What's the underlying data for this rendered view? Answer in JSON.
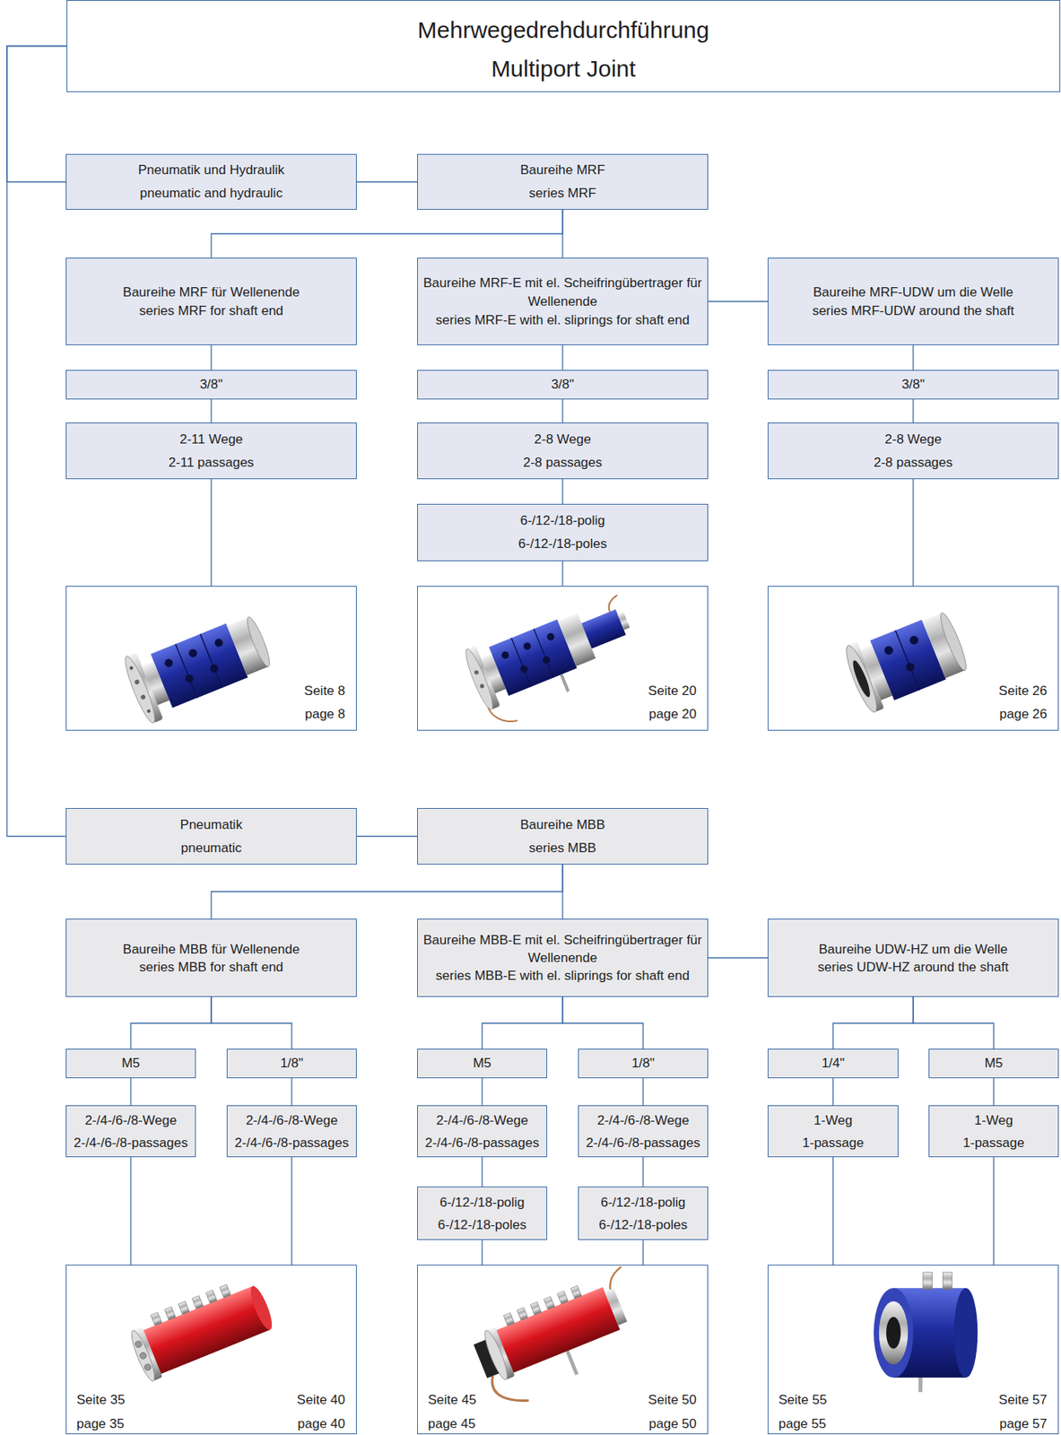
{
  "diagram": {
    "nodes": [
      {
        "text": [
          "Mehrwegedrehdurchführung",
          "Multiport Joint"
        ]
      },
      {
        "text": [
          "Pneumatik und Hydraulik",
          "pneumatic and hydraulic"
        ]
      },
      {
        "text": [
          "Baureihe MRF",
          "series MRF"
        ]
      },
      {
        "text": [
          "Baureihe MRF für Wellenende",
          "series MRF for shaft end"
        ]
      },
      {
        "text": [
          "Baureihe MRF-E mit el. Scheifringübertrager für Wellenende",
          "series MRF-E with el. sliprings for shaft end"
        ]
      },
      {
        "text": [
          "Baureihe MRF-UDW um die Welle",
          "series MRF-UDW around the shaft"
        ]
      },
      {
        "text": [
          "3/8\""
        ]
      },
      {
        "text": [
          "3/8\""
        ]
      },
      {
        "text": [
          "3/8\""
        ]
      },
      {
        "text": [
          "2-11 Wege",
          "2-11 passages"
        ]
      },
      {
        "text": [
          "2-8 Wege",
          "2-8 passages"
        ]
      },
      {
        "text": [
          "2-8 Wege",
          "2-8 passages"
        ]
      },
      {
        "text": [
          "6-/12-/18-polig",
          "6-/12-/18-poles"
        ]
      },
      {
        "text": [
          "Seite 8",
          "page 8"
        ]
      },
      {
        "text": [
          "Seite 20",
          "page 20"
        ]
      },
      {
        "text": [
          "Seite 26",
          "page 26"
        ]
      },
      {
        "text": [
          "Pneumatik",
          "pneumatic"
        ]
      },
      {
        "text": [
          "Baureihe MBB",
          "series MBB"
        ]
      },
      {
        "text": [
          "Baureihe MBB für Wellenende",
          "series MBB for shaft end"
        ]
      },
      {
        "text": [
          "Baureihe MBB-E mit el. Scheifringübertrager für Wellenende",
          "series MBB-E with el. sliprings for shaft end"
        ]
      },
      {
        "text": [
          "Baureihe UDW-HZ um die Welle",
          "series UDW-HZ around the shaft"
        ]
      },
      {
        "text": [
          "M5"
        ]
      },
      {
        "text": [
          "1/8\""
        ]
      },
      {
        "text": [
          "M5"
        ]
      },
      {
        "text": [
          "1/8\""
        ]
      },
      {
        "text": [
          "1/4\""
        ]
      },
      {
        "text": [
          "M5"
        ]
      },
      {
        "text": [
          "2-/4-/6-/8-Wege",
          "2-/4-/6-/8-passages"
        ]
      },
      {
        "text": [
          "2-/4-/6-/8-Wege",
          "2-/4-/6-/8-passages"
        ]
      },
      {
        "text": [
          "2-/4-/6-/8-Wege",
          "2-/4-/6-/8-passages"
        ]
      },
      {
        "text": [
          "2-/4-/6-/8-Wege",
          "2-/4-/6-/8-passages"
        ]
      },
      {
        "text": [
          "1-Weg",
          "1-passage"
        ]
      },
      {
        "text": [
          "1-Weg",
          "1-passage"
        ]
      },
      {
        "text": [
          "6-/12-/18-polig",
          "6-/12-/18-poles"
        ]
      },
      {
        "text": [
          "6-/12-/18-polig",
          "6-/12-/18-poles"
        ]
      },
      {
        "text": [
          "Seite 35",
          "page 35",
          "Seite 40",
          "page 40"
        ]
      },
      {
        "text": [
          "Seite 45",
          "page 45",
          "Seite 50",
          "page 50"
        ]
      },
      {
        "text": [
          "Seite 55",
          "page 55",
          "Seite 57",
          "page 57"
        ]
      }
    ],
    "edges": [
      {
        "from": 0,
        "to": 1,
        "arrow": "none"
      },
      {
        "from": 0,
        "to": 16,
        "arrow": "none"
      },
      {
        "from": 1,
        "to": 2,
        "arrow": "none"
      },
      {
        "from": 2,
        "to": 3,
        "arrow": "none"
      },
      {
        "from": 2,
        "to": 4,
        "arrow": "none"
      },
      {
        "from": 2,
        "to": 5,
        "arrow": "none"
      },
      {
        "from": 3,
        "to": 6,
        "arrow": "none"
      },
      {
        "from": 4,
        "to": 7,
        "arrow": "none"
      },
      {
        "from": 5,
        "to": 8,
        "arrow": "none"
      },
      {
        "from": 6,
        "to": 9,
        "arrow": "none"
      },
      {
        "from": 7,
        "to": 10,
        "arrow": "none"
      },
      {
        "from": 8,
        "to": 11,
        "arrow": "none"
      },
      {
        "from": 9,
        "to": 13,
        "arrow": "none"
      },
      {
        "from": 10,
        "to": 12,
        "arrow": "none"
      },
      {
        "from": 12,
        "to": 14,
        "arrow": "none"
      },
      {
        "from": 11,
        "to": 15,
        "arrow": "none"
      },
      {
        "from": 16,
        "to": 17,
        "arrow": "none"
      },
      {
        "from": 17,
        "to": 18,
        "arrow": "none"
      },
      {
        "from": 17,
        "to": 19,
        "arrow": "none"
      },
      {
        "from": 17,
        "to": 20,
        "arrow": "none"
      },
      {
        "from": 18,
        "to": 21,
        "arrow": "none"
      },
      {
        "from": 18,
        "to": 22,
        "arrow": "none"
      },
      {
        "from": 19,
        "to": 23,
        "arrow": "none"
      },
      {
        "from": 19,
        "to": 24,
        "arrow": "none"
      },
      {
        "from": 20,
        "to": 25,
        "arrow": "none"
      },
      {
        "from": 20,
        "to": 26,
        "arrow": "none"
      },
      {
        "from": 21,
        "to": 27,
        "arrow": "none"
      },
      {
        "from": 22,
        "to": 28,
        "arrow": "none"
      },
      {
        "from": 23,
        "to": 29,
        "arrow": "none"
      },
      {
        "from": 24,
        "to": 30,
        "arrow": "none"
      },
      {
        "from": 25,
        "to": 31,
        "arrow": "none"
      },
      {
        "from": 26,
        "to": 32,
        "arrow": "none"
      },
      {
        "from": 27,
        "to": 35,
        "arrow": "none"
      },
      {
        "from": 28,
        "to": 35,
        "arrow": "none"
      },
      {
        "from": 29,
        "to": 33,
        "arrow": "none"
      },
      {
        "from": 30,
        "to": 34,
        "arrow": "none"
      },
      {
        "from": 33,
        "to": 36,
        "arrow": "none"
      },
      {
        "from": 34,
        "to": 36,
        "arrow": "none"
      },
      {
        "from": 31,
        "to": 37,
        "arrow": "none"
      },
      {
        "from": 32,
        "to": 37,
        "arrow": "none"
      }
    ]
  }
}
